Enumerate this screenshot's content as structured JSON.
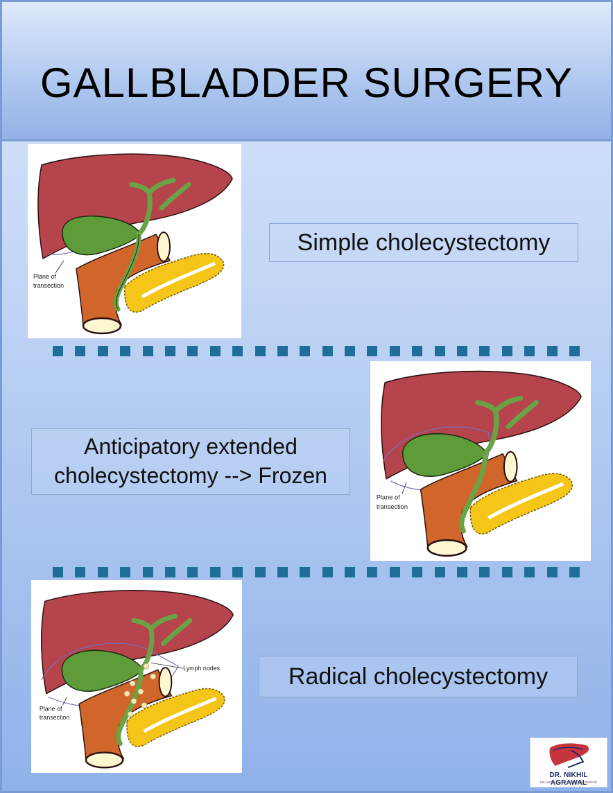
{
  "header": {
    "title": "GALLBLADDER SURGERY"
  },
  "sections": [
    {
      "label": "Simple cholecystectomy",
      "figure_text": [
        "Plane of",
        "transection"
      ]
    },
    {
      "label_lines": [
        "Anticipatory extended",
        "cholecystectomy --> Frozen"
      ],
      "figure_text": [
        "Plane of",
        "transection"
      ]
    },
    {
      "label": "Radical cholecystectomy",
      "figure_text": [
        "Plane of",
        "transection"
      ],
      "lymph_label": "Lymph nodes"
    }
  ],
  "logo": {
    "name": "DR. NIKHIL AGRAWAL",
    "subtitle": "MS, MCh | GI HPB CANCER SURGEON"
  },
  "colors": {
    "liver": "#b5444c",
    "gallbladder": "#5e9c3a",
    "bile_duct": "#6aa345",
    "duodenum": "#d1662a",
    "pancreas": "#f5c518",
    "divider": "#1e6f97"
  }
}
